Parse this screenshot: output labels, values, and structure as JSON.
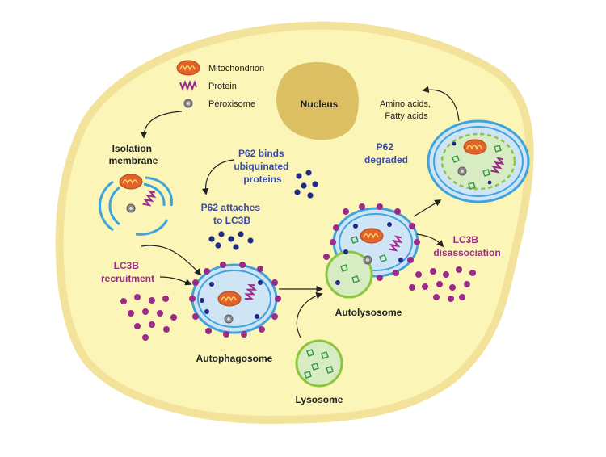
{
  "legend": {
    "mitochondrion": "Mitochondrion",
    "protein": "Protein",
    "peroxisome": "Peroxisome"
  },
  "labels": {
    "nucleus": "Nucleus",
    "isolation_membrane": [
      "Isolation",
      "membrane"
    ],
    "p62_binds": [
      "P62 binds",
      "ubiquinated",
      "proteins"
    ],
    "p62_attaches": [
      "P62 attaches",
      "to LC3B"
    ],
    "lc3b_recruitment": [
      "LC3B",
      "recruitment"
    ],
    "autophagosome": "Autophagosome",
    "lysosome": "Lysosome",
    "autolysosome": "Autolysosome",
    "lc3b_disassociation": [
      "LC3B",
      "disassociation"
    ],
    "p62_degraded": [
      "P62",
      "degraded"
    ],
    "amino_fatty": [
      "Amino acids,",
      "Fatty acids"
    ]
  },
  "colors": {
    "cell_fill": "#fbf5b7",
    "cell_border": "#f3e39a",
    "nucleus": "#dcbf62",
    "membrane_blue": "#3fa4dc",
    "vesicle_fill": "#cfe4f4",
    "lysosome_green": "#8cc63f",
    "lysosome_fill": "#d7ecc2",
    "lc3b_purple": "#9b2a8a",
    "p62_navy": "#1e2a86",
    "mito_orange": "#e0632a",
    "label_purple": "#7a3a92",
    "label_blue": "#3a4aa8"
  }
}
